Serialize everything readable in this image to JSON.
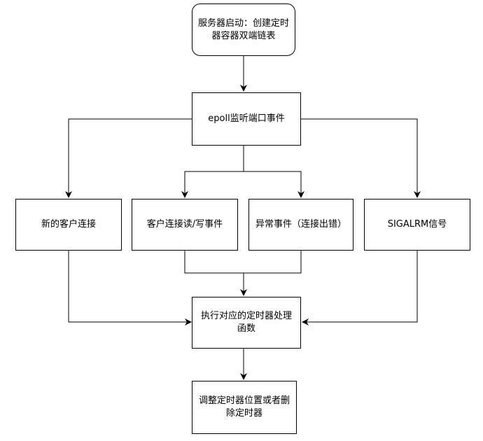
{
  "diagram": {
    "nodes": {
      "start": "服务器启动：创建定时器容器双端链表",
      "epoll": "epoll监听端口事件",
      "new_conn": "新的客户连接",
      "rw_event": "客户连接读/写事件",
      "error_event": "异常事件（连接出错）",
      "sigalrm": "SIGALRM信号",
      "handler": "执行对应的定时器处理函数",
      "adjust": "调整定时器位置或者删除定时器"
    }
  }
}
